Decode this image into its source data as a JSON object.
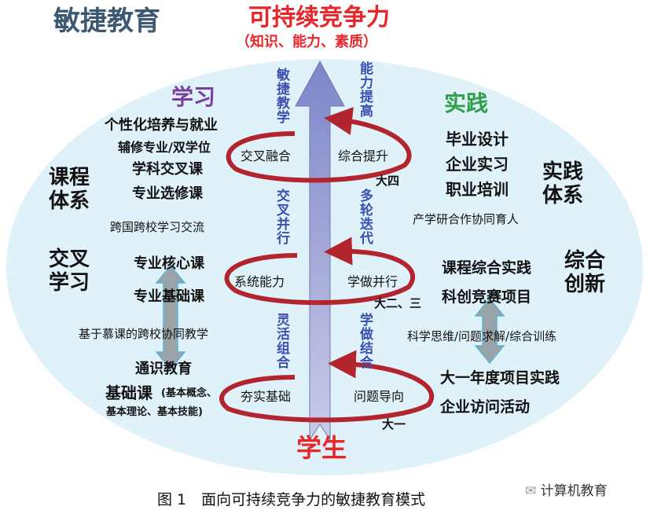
{
  "title": "敏捷教育",
  "goal": {
    "title": "可持续竞争力",
    "subtitle": "（知识、能力、素质）"
  },
  "base": "学生",
  "axis_labels": {
    "left": [
      "敏捷教学",
      "交叉并行",
      "灵活组合"
    ],
    "right": [
      "能力提高",
      "多轮迭代",
      "学做结合"
    ]
  },
  "loops": [
    {
      "left": "交叉融合",
      "right": "综合提升",
      "year": "大四"
    },
    {
      "left": "系统能力",
      "right": "学做并行",
      "year": "大二、三"
    },
    {
      "left": "夯实基础",
      "right": "问题导向",
      "year": "大一"
    }
  ],
  "learning": {
    "heading": "学习",
    "side1": "课程\n体系",
    "side2": "交叉\n学习",
    "items": [
      "个性化培养与就业",
      "辅修专业/双学位",
      "学科交叉课",
      "专业选修课",
      "跨国跨校学习交流",
      "专业核心课",
      "专业基础课",
      "基于慕课的跨校协同教学",
      "通识教育",
      "基础课"
    ],
    "basic_note1": "(基本概念、",
    "basic_note2": "基本理论、基本技能)"
  },
  "practice": {
    "heading": "实践",
    "side1": "实践\n体系",
    "side2": "综合\n创新",
    "items": [
      "毕业设计",
      "企业实习",
      "职业培训",
      "产学研合作协同育人",
      "课程综合实践",
      "科创竞赛项目",
      "科学思维/问题求解/综合训练",
      "大一年度项目实践",
      "企业访问活动"
    ]
  },
  "caption": "图 1　面向可持续竞争力的敏捷教育模式",
  "watermark": "计算机教育",
  "colors": {
    "red": "#e8262a",
    "loop": "#b3252e",
    "blue": "#3b4fb0",
    "purple": "#7b3fa0",
    "green": "#2e9e48",
    "bg": "#dff1f9"
  }
}
